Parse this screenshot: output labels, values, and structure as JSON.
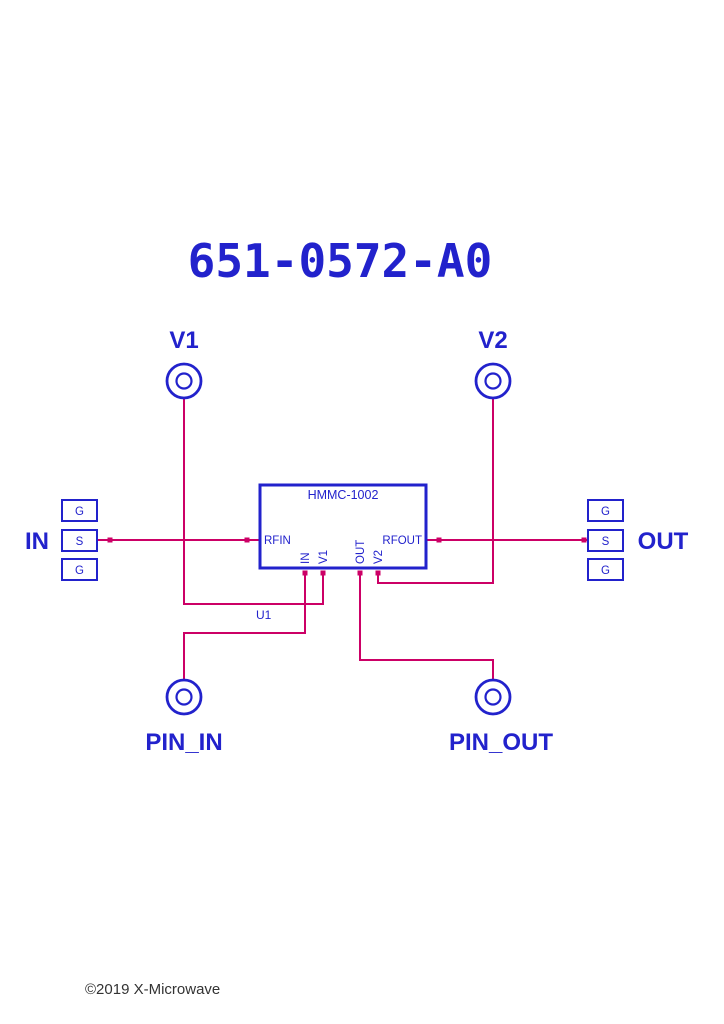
{
  "title": "651-0572-A0",
  "copyright": "©2019 X-Microwave",
  "colors": {
    "symbol_blue": "#2222CC",
    "wire_magenta": "#CC0066",
    "copyright_gray": "#333333",
    "sheet_background": "#FFFFFF"
  },
  "ports": {
    "v1": "V1",
    "v2": "V2",
    "pin_in": "PIN_IN",
    "pin_out": "PIN_OUT"
  },
  "io_labels": {
    "in": "IN",
    "out": "OUT"
  },
  "pads": {
    "left": [
      "G",
      "S",
      "G"
    ],
    "right": [
      "G",
      "S",
      "G"
    ]
  },
  "component": {
    "part_number": "HMMC-1002",
    "refdes": "U1",
    "pins": {
      "left": "RFIN",
      "right": "RFOUT",
      "bottom": [
        "IN",
        "V1",
        "OUT",
        "V2"
      ]
    }
  }
}
